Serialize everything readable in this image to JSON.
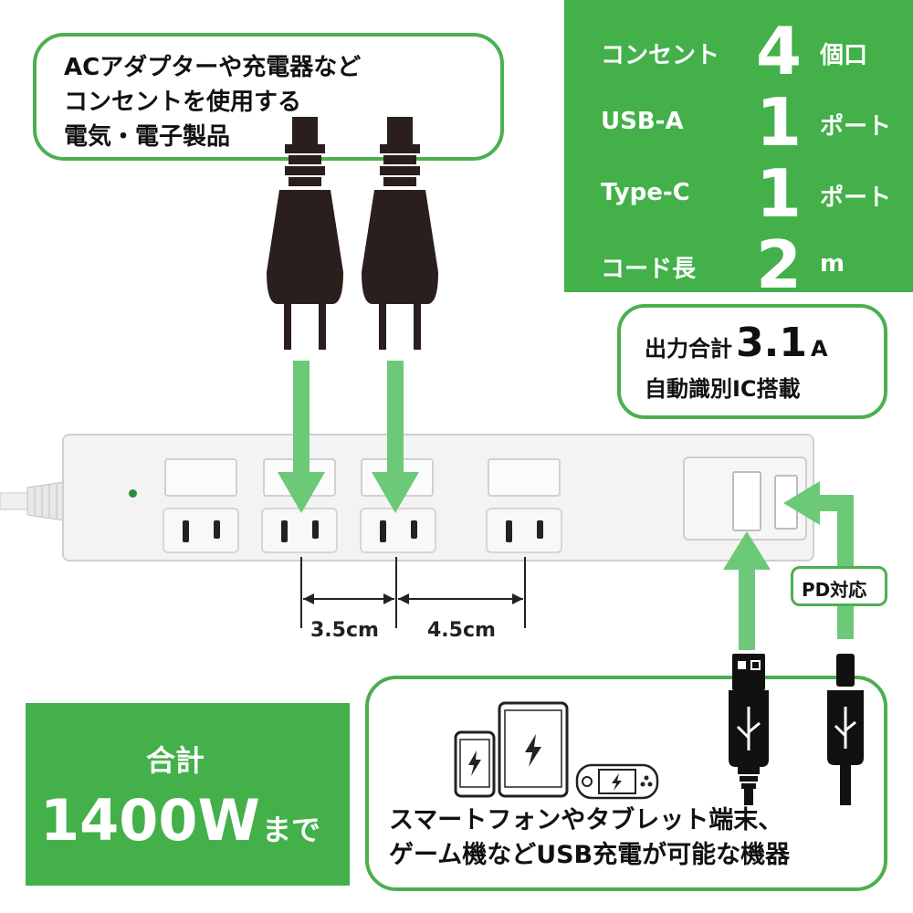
{
  "bubble_top": {
    "line1": "ACアダプターや充電器など",
    "line2": "コンセントを使用する",
    "line3": "電気・電子製品"
  },
  "specs": [
    {
      "label": "コンセント",
      "value": "4",
      "unit": "個口"
    },
    {
      "label": "USB-A",
      "value": "1",
      "unit": "ポート"
    },
    {
      "label": "Type-C",
      "value": "1",
      "unit": "ポート"
    },
    {
      "label": "コード長",
      "value": "2",
      "unit": "m"
    }
  ],
  "output_box": {
    "prefix": "出力合計",
    "value": "3.1",
    "unit": "A",
    "line2": "自動識別IC搭載"
  },
  "pd_label": "PD対応",
  "dimensions": {
    "left": "3.5cm",
    "right": "4.5cm"
  },
  "total": {
    "line1": "合計",
    "value": "1400W",
    "suffix": "まで"
  },
  "devices_caption": {
    "line1": "スマートフォンやタブレット端末、",
    "line2": "ゲーム機などUSB充電が可能な機器"
  },
  "colors": {
    "accent_green": "#43b04a",
    "arrow_green": "#6cc978",
    "border_green": "#4caf50"
  },
  "icons": [
    "power-plug-icon",
    "usb-a-plug-icon",
    "usb-c-plug-icon",
    "smartphone-icon",
    "tablet-icon",
    "game-console-icon",
    "lightning-icon",
    "usb-symbol-icon"
  ]
}
